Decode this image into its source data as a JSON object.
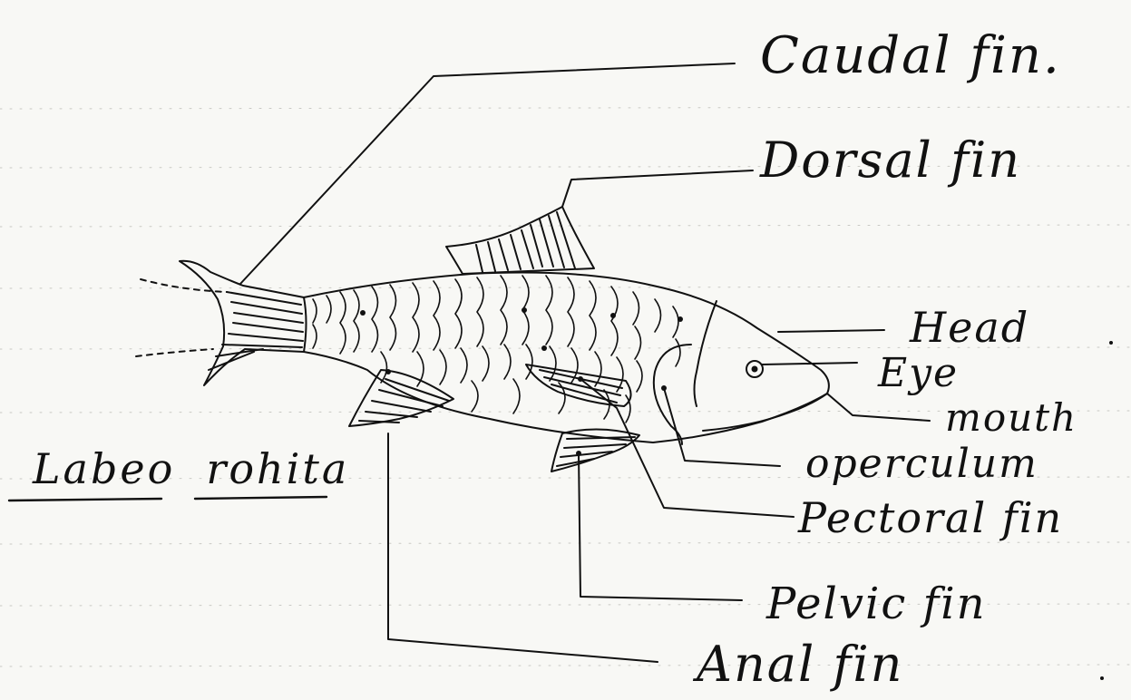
{
  "labels": {
    "caudal_fin": "Caudal fin.",
    "dorsal_fin": "Dorsal fin",
    "head": "Head",
    "eye": "Eye",
    "mouth": "mouth",
    "operculum": "operculum",
    "pectoral_fin": "Pectoral fin",
    "pelvic_fin": "Pelvic fin",
    "anal_fin": "Anal fin"
  },
  "species": {
    "genus": "Labeo",
    "epithet": "rohita"
  }
}
